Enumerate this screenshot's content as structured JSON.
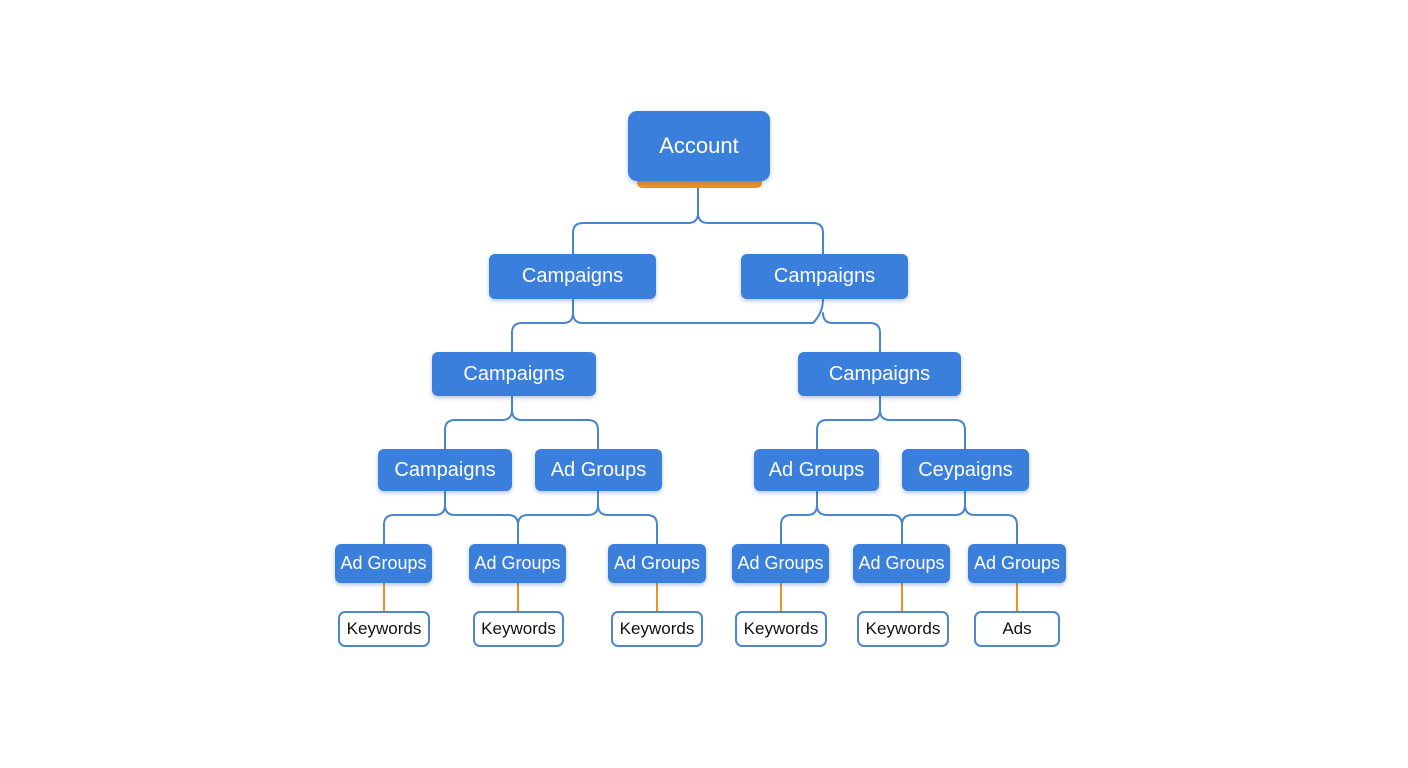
{
  "colors": {
    "node_fill": "#3a7fdc",
    "connector": "#4a86cc",
    "accent": "#f0921e",
    "leaf_border": "#4f86cf",
    "background": "#ffffff"
  },
  "nodes": {
    "account": "Account",
    "l1_left": "Campaigns",
    "l1_right": "Campaigns",
    "l2_left": "Campaigns",
    "l2_right": "Campaigns",
    "l3_1": "Campaigns",
    "l3_2": "Ad Groups",
    "l3_3": "Ad Groups",
    "l3_4": "Ceypaigns",
    "l4_1": "Ad Groups",
    "l4_2": "Ad Groups",
    "l4_3": "Ad Groups",
    "l4_4": "Ad Groups",
    "l4_5": "Ad Groups",
    "l4_6": "Ad Groups",
    "leaf_1": "Keywords",
    "leaf_2": "Keywords",
    "leaf_3": "Keywords",
    "leaf_4": "Keywords",
    "leaf_5": "Keywords",
    "leaf_6": "Ads"
  }
}
